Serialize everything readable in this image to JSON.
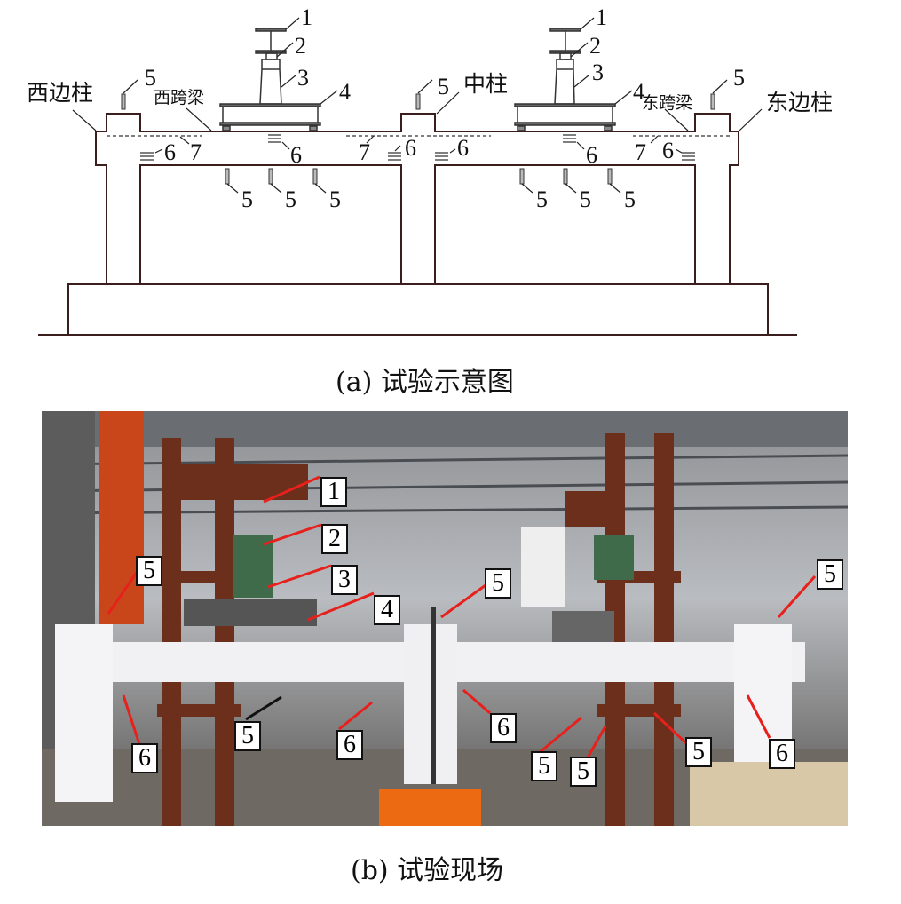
{
  "diagram": {
    "west_column": "西边柱",
    "west_beam": "西跨梁",
    "middle_column": "中柱",
    "east_beam": "东跨梁",
    "east_column": "东边柱",
    "markers": {
      "n1": "1",
      "n2": "2",
      "n3": "3",
      "n4": "4",
      "n5": "5",
      "n6": "6",
      "n7": "7"
    },
    "caption": "(a)  试验示意图"
  },
  "photo": {
    "labels": [
      "1",
      "2",
      "3",
      "4",
      "5",
      "5",
      "5",
      "6",
      "5",
      "6",
      "6",
      "5",
      "5",
      "5",
      "6"
    ],
    "caption": "(b)  试验现场",
    "arrow_color": "#e8201c"
  }
}
